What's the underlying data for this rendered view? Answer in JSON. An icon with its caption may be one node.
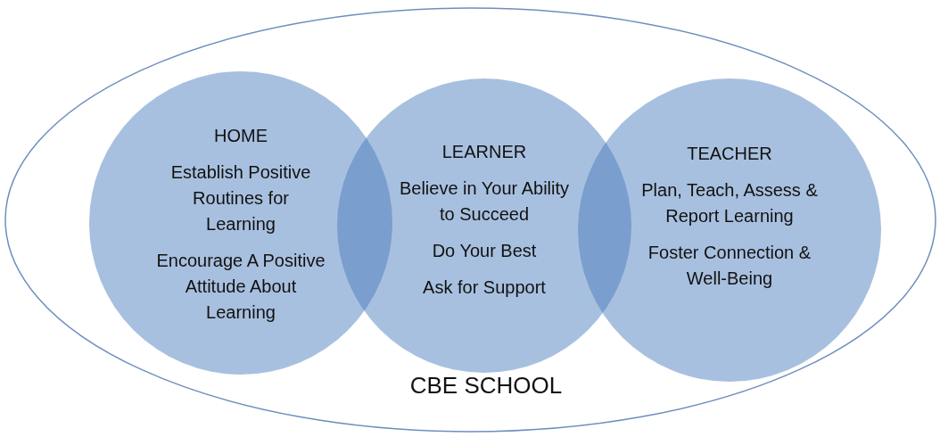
{
  "diagram": {
    "nodes": [
      {
        "text": [
          "CBE SCHOOL"
        ]
      },
      {
        "text": [
          "HOME",
          "Establish Positive Routines for Learning",
          "Encourage A Positive Attitude About Learning"
        ],
        "in": 0
      },
      {
        "text": [
          "LEARNER",
          "Believe in Your Ability to Succeed",
          "Do Your Best",
          "Ask for Support"
        ],
        "in": 0
      },
      {
        "text": [
          "TEACHER",
          "Plan, Teach, Assess & Report Learning",
          "Foster Connection & Well-Being"
        ],
        "in": 0
      }
    ],
    "edges": []
  }
}
